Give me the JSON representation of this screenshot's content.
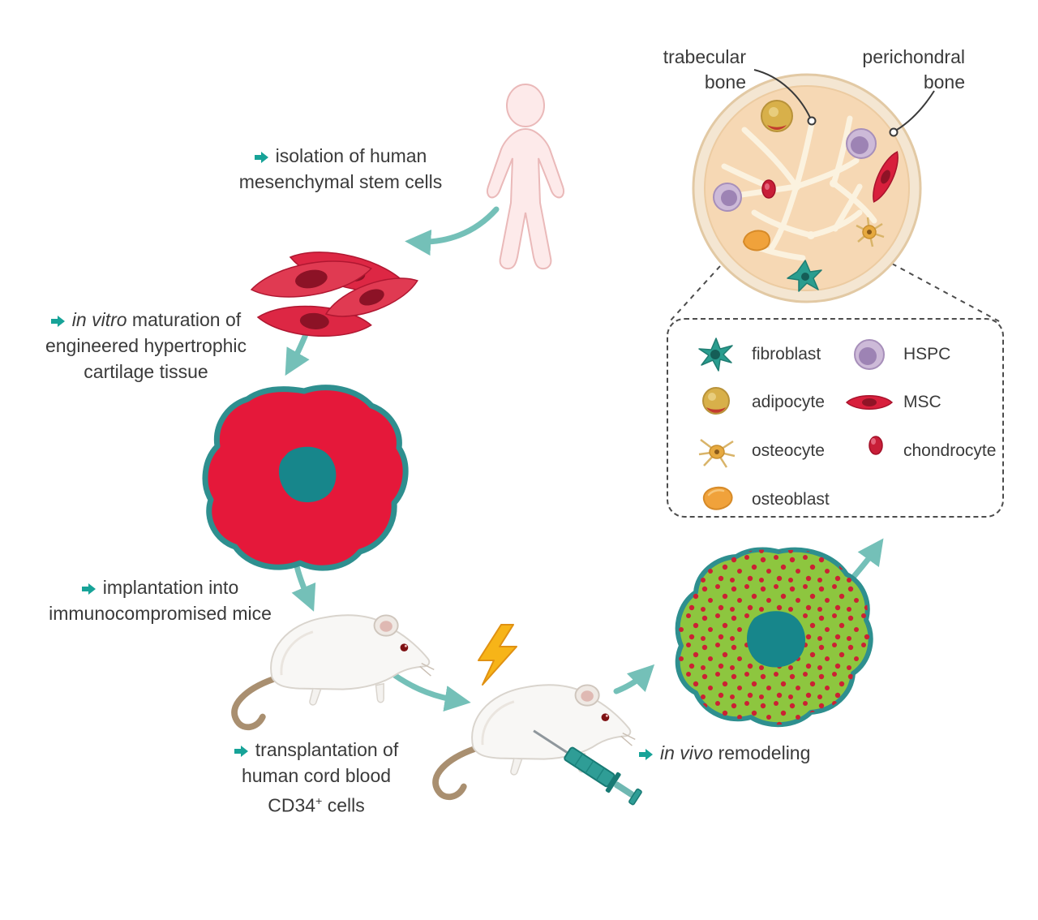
{
  "figure": {
    "steps": {
      "isolation": {
        "line1": "isolation of human",
        "line2": "mesenchymal stem cells"
      },
      "maturation": {
        "italic": "in vitro",
        "after_italic": " maturation of",
        "line2": "engineered hypertrophic",
        "line3": "cartilage tissue"
      },
      "implantation": {
        "line1": "implantation into",
        "line2": "immunocompromised mice"
      },
      "transplantation": {
        "line1": "transplantation of",
        "line2": "human cord blood",
        "cd": "CD34",
        "cd_sup": "+",
        "cd_after": " cells"
      },
      "remodeling": {
        "italic": "in vivo",
        "after_italic": " remodeling"
      }
    },
    "dish_labels": {
      "trabecular_line1": "trabecular",
      "trabecular_line2": "bone",
      "perichondral_line1": "perichondral",
      "perichondral_line2": "bone"
    },
    "legend": {
      "items": [
        {
          "name": "fibroblast"
        },
        {
          "name": "HSPC"
        },
        {
          "name": "adipocyte"
        },
        {
          "name": "MSC"
        },
        {
          "name": "osteocyte"
        },
        {
          "name": "chondrocyte"
        },
        {
          "name": "osteoblast"
        }
      ]
    },
    "colors": {
      "arrow": "#74c0b8",
      "bullet": "#17a398",
      "cartilage_red": "#e5183a",
      "remodel_green": "#8dc63f",
      "outline_teal": "#2e8f8f",
      "core_teal": "#17868b",
      "text": "#3a3a3a"
    }
  }
}
